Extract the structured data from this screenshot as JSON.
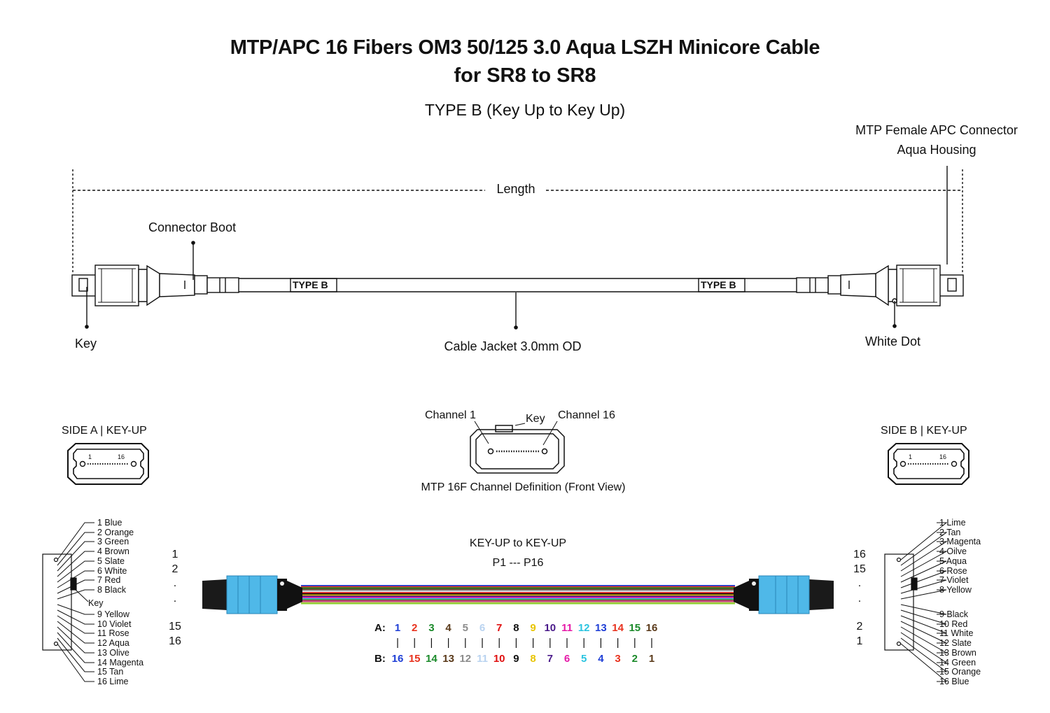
{
  "title": "MTP/APC 16 Fibers OM3 50/125 3.0 Aqua LSZH Minicore Cable",
  "title_line2": "for SR8 to SR8",
  "subtitle": "TYPE B (Key Up to Key Up)",
  "labels": {
    "connector_right_line1": "MTP Female APC Connector",
    "connector_right_line2": "Aqua Housing",
    "length": "Length",
    "connector_boot": "Connector Boot",
    "key": "Key",
    "cable_jacket": "Cable Jacket 3.0mm OD",
    "white_dot": "White Dot",
    "cable_marking": "TYPE B"
  },
  "channel_def": {
    "channel1": "Channel 1",
    "key": "Key",
    "channel16": "Channel 16",
    "caption": "MTP 16F Channel Definition (Front View)"
  },
  "side_a": {
    "title": "SIDE A | KEY-UP",
    "pos1": "1",
    "pos16": "16"
  },
  "side_b": {
    "title": "SIDE B | KEY-UP",
    "pos1": "1",
    "pos16": "16"
  },
  "polarity": {
    "line1": "KEY-UP to KEY-UP",
    "line2": "P1 --- P16"
  },
  "left_fibers": [
    "1 Blue",
    "2 Orange",
    "3 Green",
    "4 Brown",
    "5 Slate",
    "6 White",
    "7 Red",
    "8 Black",
    "9 Yellow",
    "10 Violet",
    "11 Rose",
    "12 Aqua",
    "13 Olive",
    "14 Magenta",
    "15 Tan",
    "16 Lime"
  ],
  "left_key_label": "Key",
  "right_fibers": [
    "1 Lime",
    "2 Tan",
    "3 Magenta",
    "4 Oilve",
    "5 Aqua",
    "6 Rose",
    "7 Violet",
    "8 Yellow",
    "9 Black",
    "10 Red",
    "11 White",
    "12 Slate",
    "13 Brown",
    "14 Green",
    "15 Orange",
    "16 Blue"
  ],
  "left_positions": [
    "1",
    "2",
    ".",
    ".",
    "15",
    "16"
  ],
  "right_positions": [
    "16",
    "15",
    ".",
    ".",
    "2",
    "1"
  ],
  "mapping": {
    "a_label": "A:",
    "b_label": "B:",
    "a": [
      {
        "n": "1",
        "color": "#1f3fd6"
      },
      {
        "n": "2",
        "color": "#e8321e"
      },
      {
        "n": "3",
        "color": "#1a8a2a"
      },
      {
        "n": "4",
        "color": "#5a3a1a"
      },
      {
        "n": "5",
        "color": "#8c8c8c"
      },
      {
        "n": "6",
        "color": "#b9d3f0"
      },
      {
        "n": "7",
        "color": "#e01010"
      },
      {
        "n": "8",
        "color": "#111111"
      },
      {
        "n": "9",
        "color": "#e8c400"
      },
      {
        "n": "10",
        "color": "#4a1a8a"
      },
      {
        "n": "11",
        "color": "#e61aa8"
      },
      {
        "n": "12",
        "color": "#2ac4e0"
      },
      {
        "n": "13",
        "color": "#1f3fd6"
      },
      {
        "n": "14",
        "color": "#e8321e"
      },
      {
        "n": "15",
        "color": "#1a8a2a"
      },
      {
        "n": "16",
        "color": "#5a3a1a"
      }
    ],
    "b": [
      {
        "n": "16",
        "color": "#1f3fd6"
      },
      {
        "n": "15",
        "color": "#e8321e"
      },
      {
        "n": "14",
        "color": "#1a8a2a"
      },
      {
        "n": "13",
        "color": "#5a3a1a"
      },
      {
        "n": "12",
        "color": "#8c8c8c"
      },
      {
        "n": "11",
        "color": "#b9d3f0"
      },
      {
        "n": "10",
        "color": "#e01010"
      },
      {
        "n": "9",
        "color": "#111111"
      },
      {
        "n": "8",
        "color": "#e8c400"
      },
      {
        "n": "7",
        "color": "#4a1a8a"
      },
      {
        "n": "6",
        "color": "#e61aa8"
      },
      {
        "n": "5",
        "color": "#2ac4e0"
      },
      {
        "n": "4",
        "color": "#1f3fd6"
      },
      {
        "n": "3",
        "color": "#e8321e"
      },
      {
        "n": "2",
        "color": "#1a8a2a"
      },
      {
        "n": "1",
        "color": "#5a3a1a"
      }
    ]
  },
  "ribbon_colors": [
    "#1f3fd6",
    "#e8321e",
    "#1a8a2a",
    "#5a3a1a",
    "#8c8c8c",
    "#e8e8e8",
    "#e01010",
    "#111111",
    "#e8c400",
    "#4a1a8a",
    "#e61aa8",
    "#2ac4e0",
    "#6b7a2a",
    "#c8228a",
    "#c8a878",
    "#8ad42a"
  ],
  "colors": {
    "housing_aqua": "#4fb8e8",
    "line": "#111111"
  }
}
